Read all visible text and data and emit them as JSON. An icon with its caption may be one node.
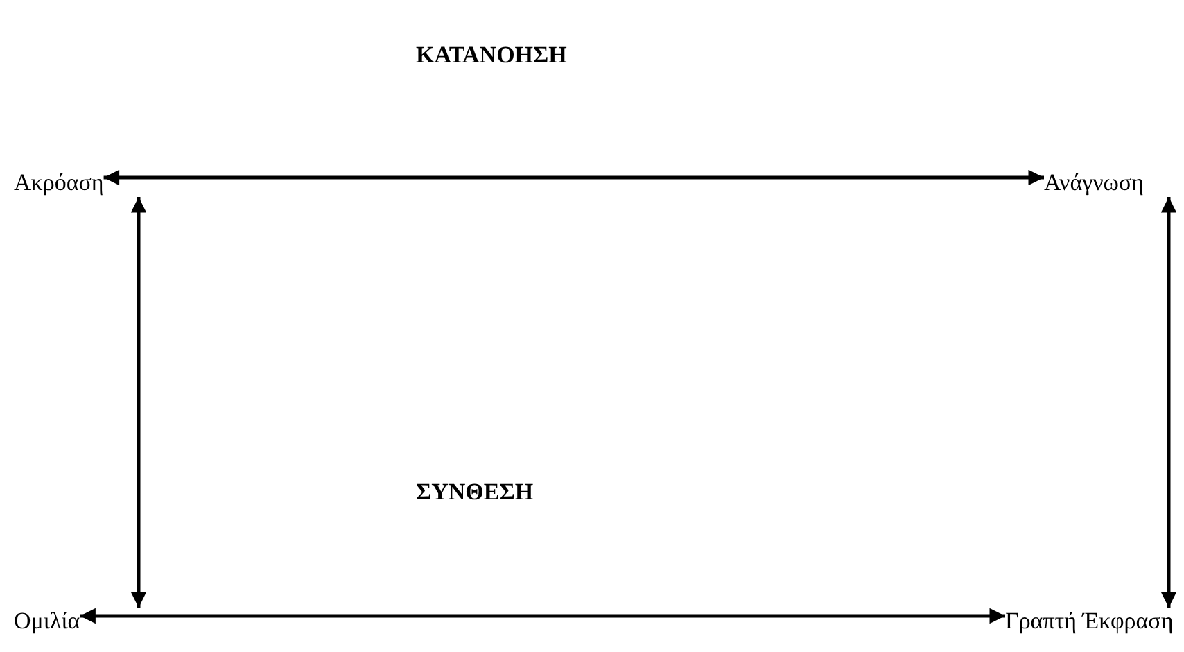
{
  "diagram": {
    "nodes": [
      {
        "text": [
          "Ακρόαση"
        ]
      },
      {
        "text": [
          "Ανάγνωση"
        ]
      },
      {
        "text": [
          "Ομιλία"
        ]
      },
      {
        "text": [
          "Γραπτή Έκφραση"
        ]
      }
    ],
    "edges": [
      {
        "from": 0,
        "to": 1,
        "arrow": "both"
      },
      {
        "from": 0,
        "to": 2,
        "arrow": "both"
      },
      {
        "from": 1,
        "to": 3,
        "arrow": "both"
      },
      {
        "from": 2,
        "to": 3,
        "arrow": "both"
      }
    ],
    "labels": [
      "ΚΑΤΑΝΟΗΣΗ",
      "ΣΥΝΘΕΣΗ"
    ]
  }
}
